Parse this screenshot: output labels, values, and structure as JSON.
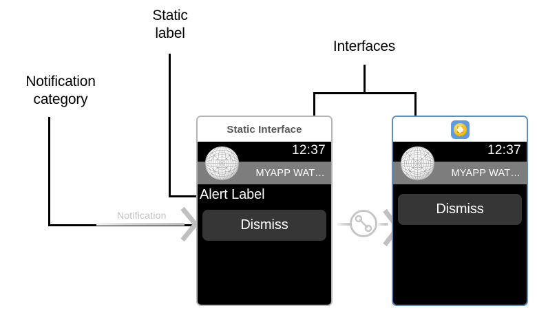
{
  "annotations": {
    "notification_category": "Notification\ncategory",
    "static_label": "Static\nlabel",
    "interfaces": "Interfaces"
  },
  "flows": {
    "notification_label": "Notification",
    "segue_icon": "segue-connector-icon"
  },
  "devices": [
    {
      "id": "static-interface",
      "header_title": "Static Interface",
      "header_type": "text",
      "border_color": "#b5b5b5",
      "screen": {
        "clock": "12:37",
        "app_name": "MYAPP WAT…",
        "alert_label": "Alert Label",
        "button_label": "Dismiss",
        "background": "#000000",
        "appbar_color": "#7d7d7d",
        "button_color": "#363636"
      }
    },
    {
      "id": "dynamic-interface",
      "header_title": "",
      "header_type": "icon",
      "header_icon": "app-icon",
      "border_color": "#5b8fc4",
      "screen": {
        "clock": "12:37",
        "app_name": "MYAPP WAT…",
        "alert_label": "",
        "button_label": "Dismiss",
        "background": "#000000",
        "appbar_color": "#7d7d7d",
        "button_color": "#363636"
      }
    }
  ],
  "colors": {
    "leader_line": "#000000",
    "flow_arrow": "#c6c6c6",
    "flow_label": "#c2c2c2",
    "title_text": "#565656",
    "accent_blue": "#5d9cdd",
    "accent_gold": "#f2b705"
  }
}
